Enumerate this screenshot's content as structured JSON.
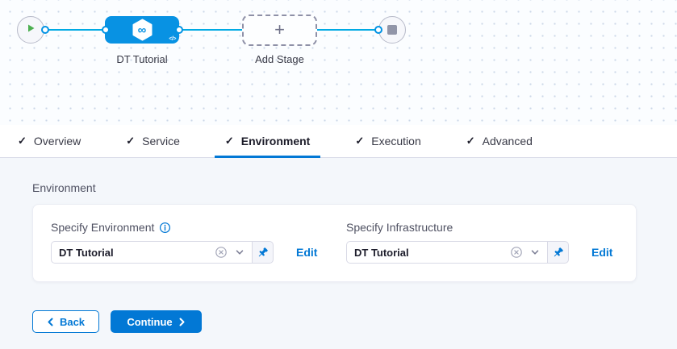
{
  "pipeline": {
    "stage_label": "DT Tutorial",
    "add_stage_label": "Add Stage"
  },
  "tabs": [
    {
      "label": "Overview"
    },
    {
      "label": "Service"
    },
    {
      "label": "Environment"
    },
    {
      "label": "Execution"
    },
    {
      "label": "Advanced"
    }
  ],
  "environment_section": {
    "heading": "Environment",
    "fields": [
      {
        "label": "Specify Environment",
        "value": "DT Tutorial",
        "edit_label": "Edit"
      },
      {
        "label": "Specify Infrastructure",
        "value": "DT Tutorial",
        "edit_label": "Edit"
      }
    ]
  },
  "footer": {
    "back_label": "Back",
    "continue_label": "Continue"
  },
  "icons": {
    "check": "✓",
    "plus": "+",
    "infinity": "∞",
    "code": "</>"
  },
  "colors": {
    "accent_blue": "#0278d5",
    "node_blue": "#0892e3",
    "edge_blue": "#00aae4",
    "play_green": "#4caf50",
    "stop_gray": "#9195a8"
  }
}
